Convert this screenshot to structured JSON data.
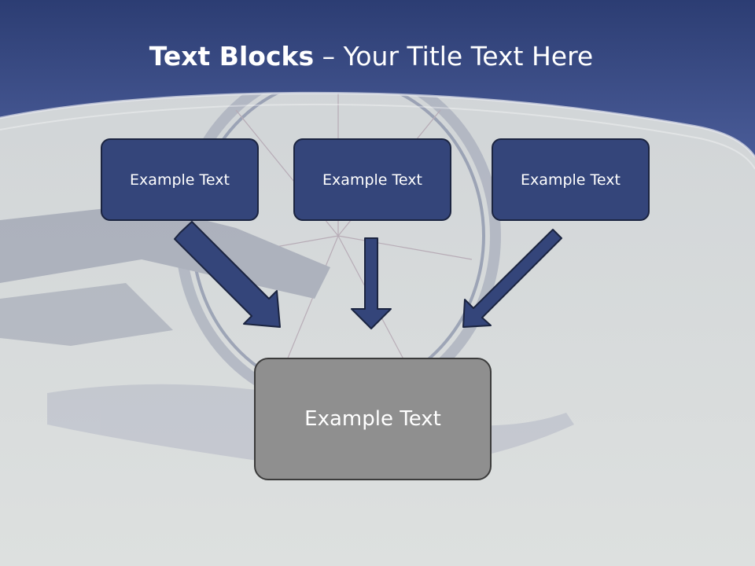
{
  "title": {
    "bold_part": "Text Blocks",
    "separator": " – ",
    "rest_part": "Your Title Text Here"
  },
  "blocks": [
    {
      "label": "Example Text"
    },
    {
      "label": "Example Text"
    },
    {
      "label": "Example Text"
    }
  ],
  "center_block": {
    "label": "Example Text"
  },
  "colors": {
    "header": "#34478a",
    "block_fill": "#34457a",
    "center_fill": "#8f8f8f",
    "arrow": "#34457a"
  }
}
